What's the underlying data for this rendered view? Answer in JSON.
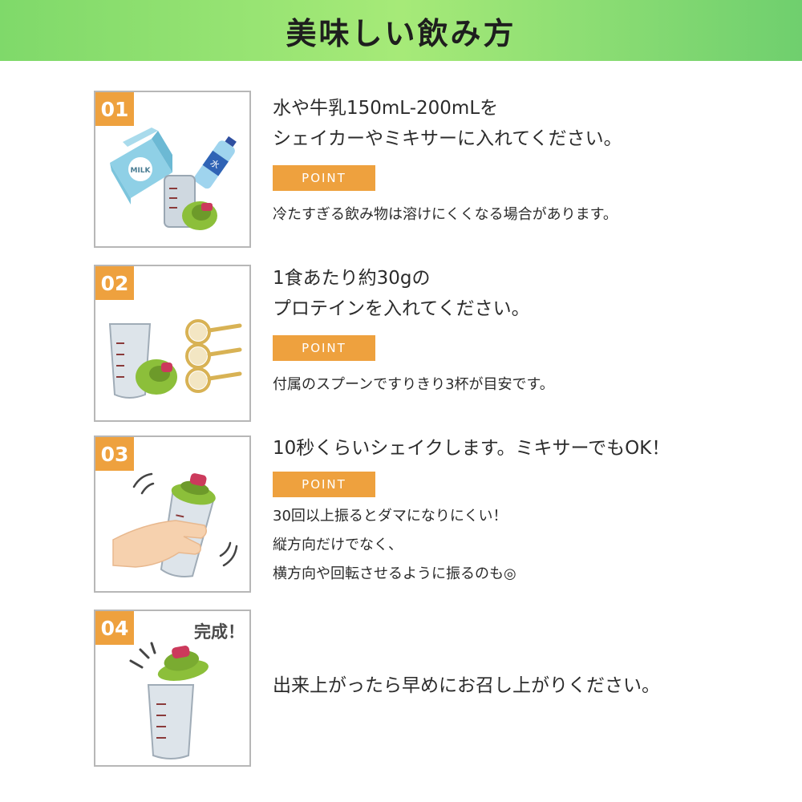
{
  "title": "美味しい飲み方",
  "point_label": "POINT",
  "steps": [
    {
      "number": "01",
      "lines": [
        "水や牛乳150mL-200mLを",
        "シェイカーやミキサーに入れてください。"
      ],
      "notes": [
        "冷たすぎる飲み物は溶けにくくなる場合があります。"
      ]
    },
    {
      "number": "02",
      "lines": [
        "1食あたり約30gの",
        "プロテインを入れてください。"
      ],
      "notes": [
        "付属のスプーンですりきり3杯が目安です。"
      ]
    },
    {
      "number": "03",
      "lines": [
        "10秒くらいシェイクします。ミキサーでもOK！"
      ],
      "notes": [
        "30回以上振るとダマになりにくい！",
        "縦方向だけでなく、",
        "横方向や回転させるように振るのも◎"
      ]
    },
    {
      "number": "04",
      "badge": "完成！",
      "lines": [
        "出来上がったら早めにお召し上がりください。"
      ]
    }
  ],
  "illustrations": {
    "milk_carton_text": "MILK",
    "bottle_text": "水"
  },
  "colors": {
    "banner_green": "#8fe070",
    "step_orange": "#eea13e",
    "shaker_lid_green": "#8cbf3a",
    "cap_pink": "#cc3a5c",
    "carton_blue": "#8fd0e6"
  }
}
